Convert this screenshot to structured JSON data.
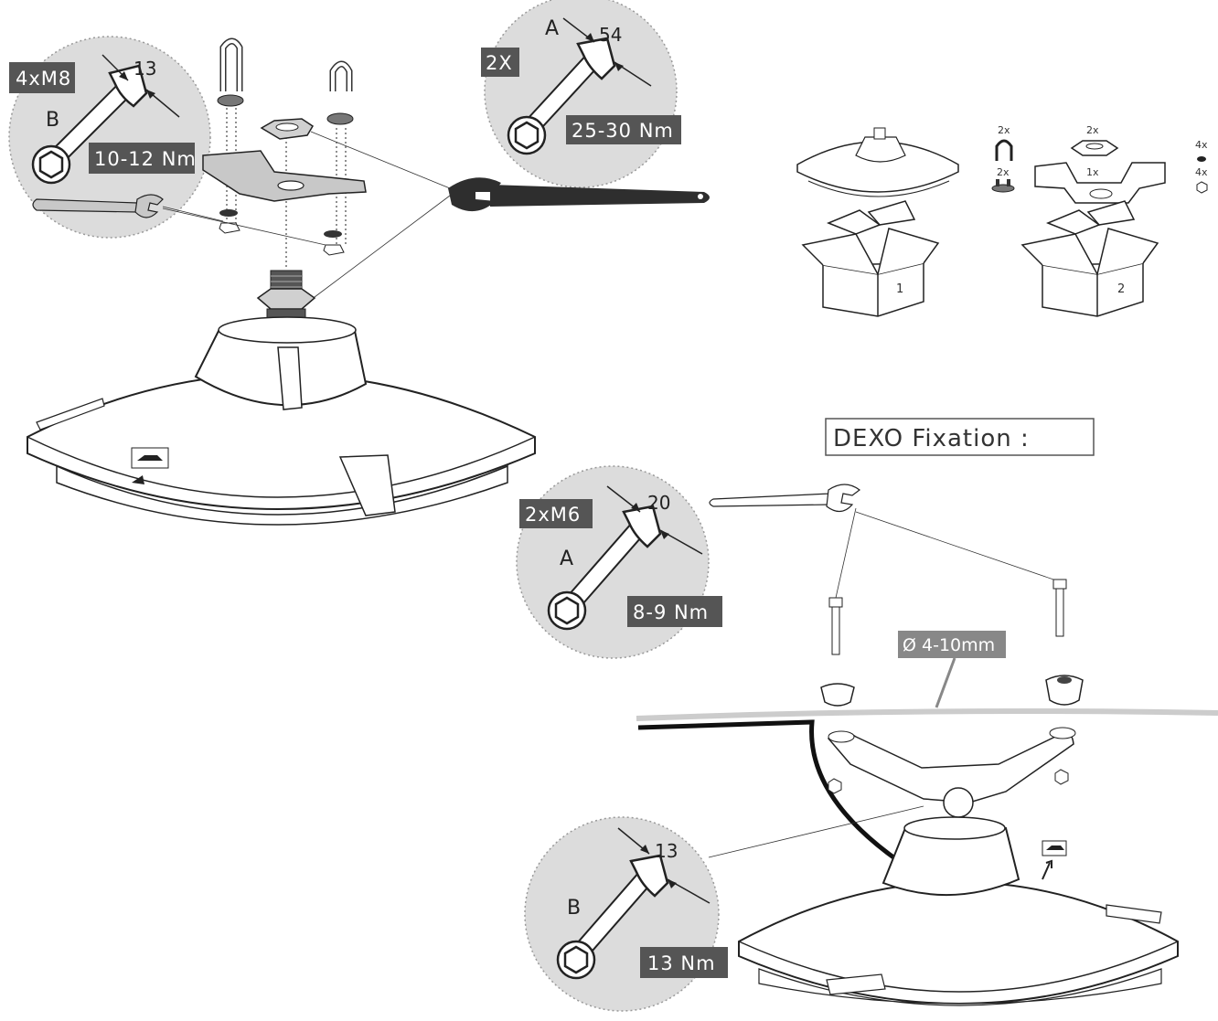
{
  "colors": {
    "tag_bg": "#555555",
    "circle_bg": "#dcdcdc",
    "line": "#333333",
    "part_fill": "#ffffff",
    "wrench_dark": "#2e2e2e",
    "roof_line": "#cccccc"
  },
  "callouts": {
    "top_left": {
      "count": "4xM8",
      "size": "13",
      "letter": "B",
      "torque": "10-12 Nm"
    },
    "top_middle": {
      "count": "2X",
      "size": "54",
      "letter": "A",
      "torque": "25-30 Nm"
    },
    "mid_right": {
      "count": "2xM6",
      "size": "20",
      "letter": "A",
      "torque": "8-9 Nm"
    },
    "bottom": {
      "size": "13",
      "letter": "B",
      "torque": "13 Nm"
    }
  },
  "contents": {
    "box1_label": "1",
    "box2_label": "2",
    "ubolt_qty": "2x",
    "plate_qty": "2x",
    "nut_qty": "2x",
    "bracket_qty": "1x",
    "washer_qty": "4x",
    "small_nut_qty": "4x"
  },
  "dexo_title": "DEXO Fixation :",
  "roof_thickness": "Ø 4-10mm",
  "icons": {
    "wrench": "wrench-icon",
    "box": "box-icon",
    "car": "car-icon"
  }
}
